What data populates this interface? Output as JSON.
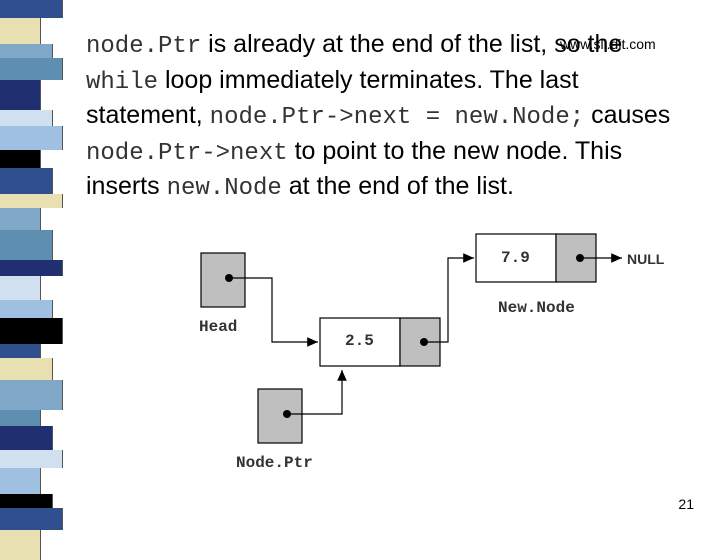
{
  "slide": {
    "paragraph": [
      {
        "t": "code",
        "v": "node.Ptr"
      },
      {
        "t": "text",
        "v": " is already at the end of the list, so the "
      },
      {
        "t": "code",
        "v": "while"
      },
      {
        "t": "text",
        "v": " loop immediately terminates. The last statement, "
      },
      {
        "t": "code",
        "v": "node.Ptr->next = new.Node;"
      },
      {
        "t": "text",
        "v": " causes "
      },
      {
        "t": "code",
        "v": "node.Ptr->next"
      },
      {
        "t": "text",
        "v": " to point to the new node. This inserts "
      },
      {
        "t": "code",
        "v": "new.Node"
      },
      {
        "t": "text",
        "v": " at the end of the list."
      }
    ],
    "watermark": "www.sli.dit.com",
    "page_number": "21"
  },
  "diagram": {
    "head_label": "Head",
    "node1_value": "2.5",
    "node2_value": "7.9",
    "null_label": "NULL",
    "newnode_label": "New.Node",
    "nodeptr_label": "Node.Ptr"
  },
  "colors": {
    "box_gray": "#bfbfbf",
    "stripe_palette": [
      "#2f4f8f",
      "#5f8fb0",
      "#9fc0e0",
      "#e8e0b0",
      "#1f2f6f",
      "#000000",
      "#7fa8c8",
      "#d0e0f0"
    ]
  }
}
